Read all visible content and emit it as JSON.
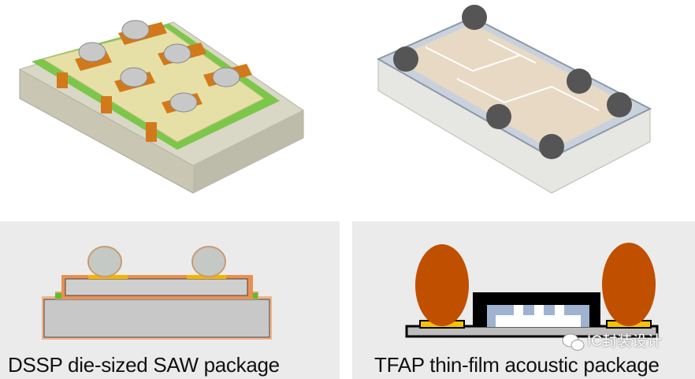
{
  "captions": {
    "left": "DSSP die-sized SAW package",
    "right": "TFAP thin-film acoustic package"
  },
  "watermark": "IC封装设计",
  "colors": {
    "panel_bg": "#ebebeb",
    "solder_ball_orange": "#c04f00",
    "pad_yellow": "#f5c400",
    "cavity_blue": "#9fb3d1",
    "green_layer": "#6fc540",
    "copper": "#d4791a"
  }
}
